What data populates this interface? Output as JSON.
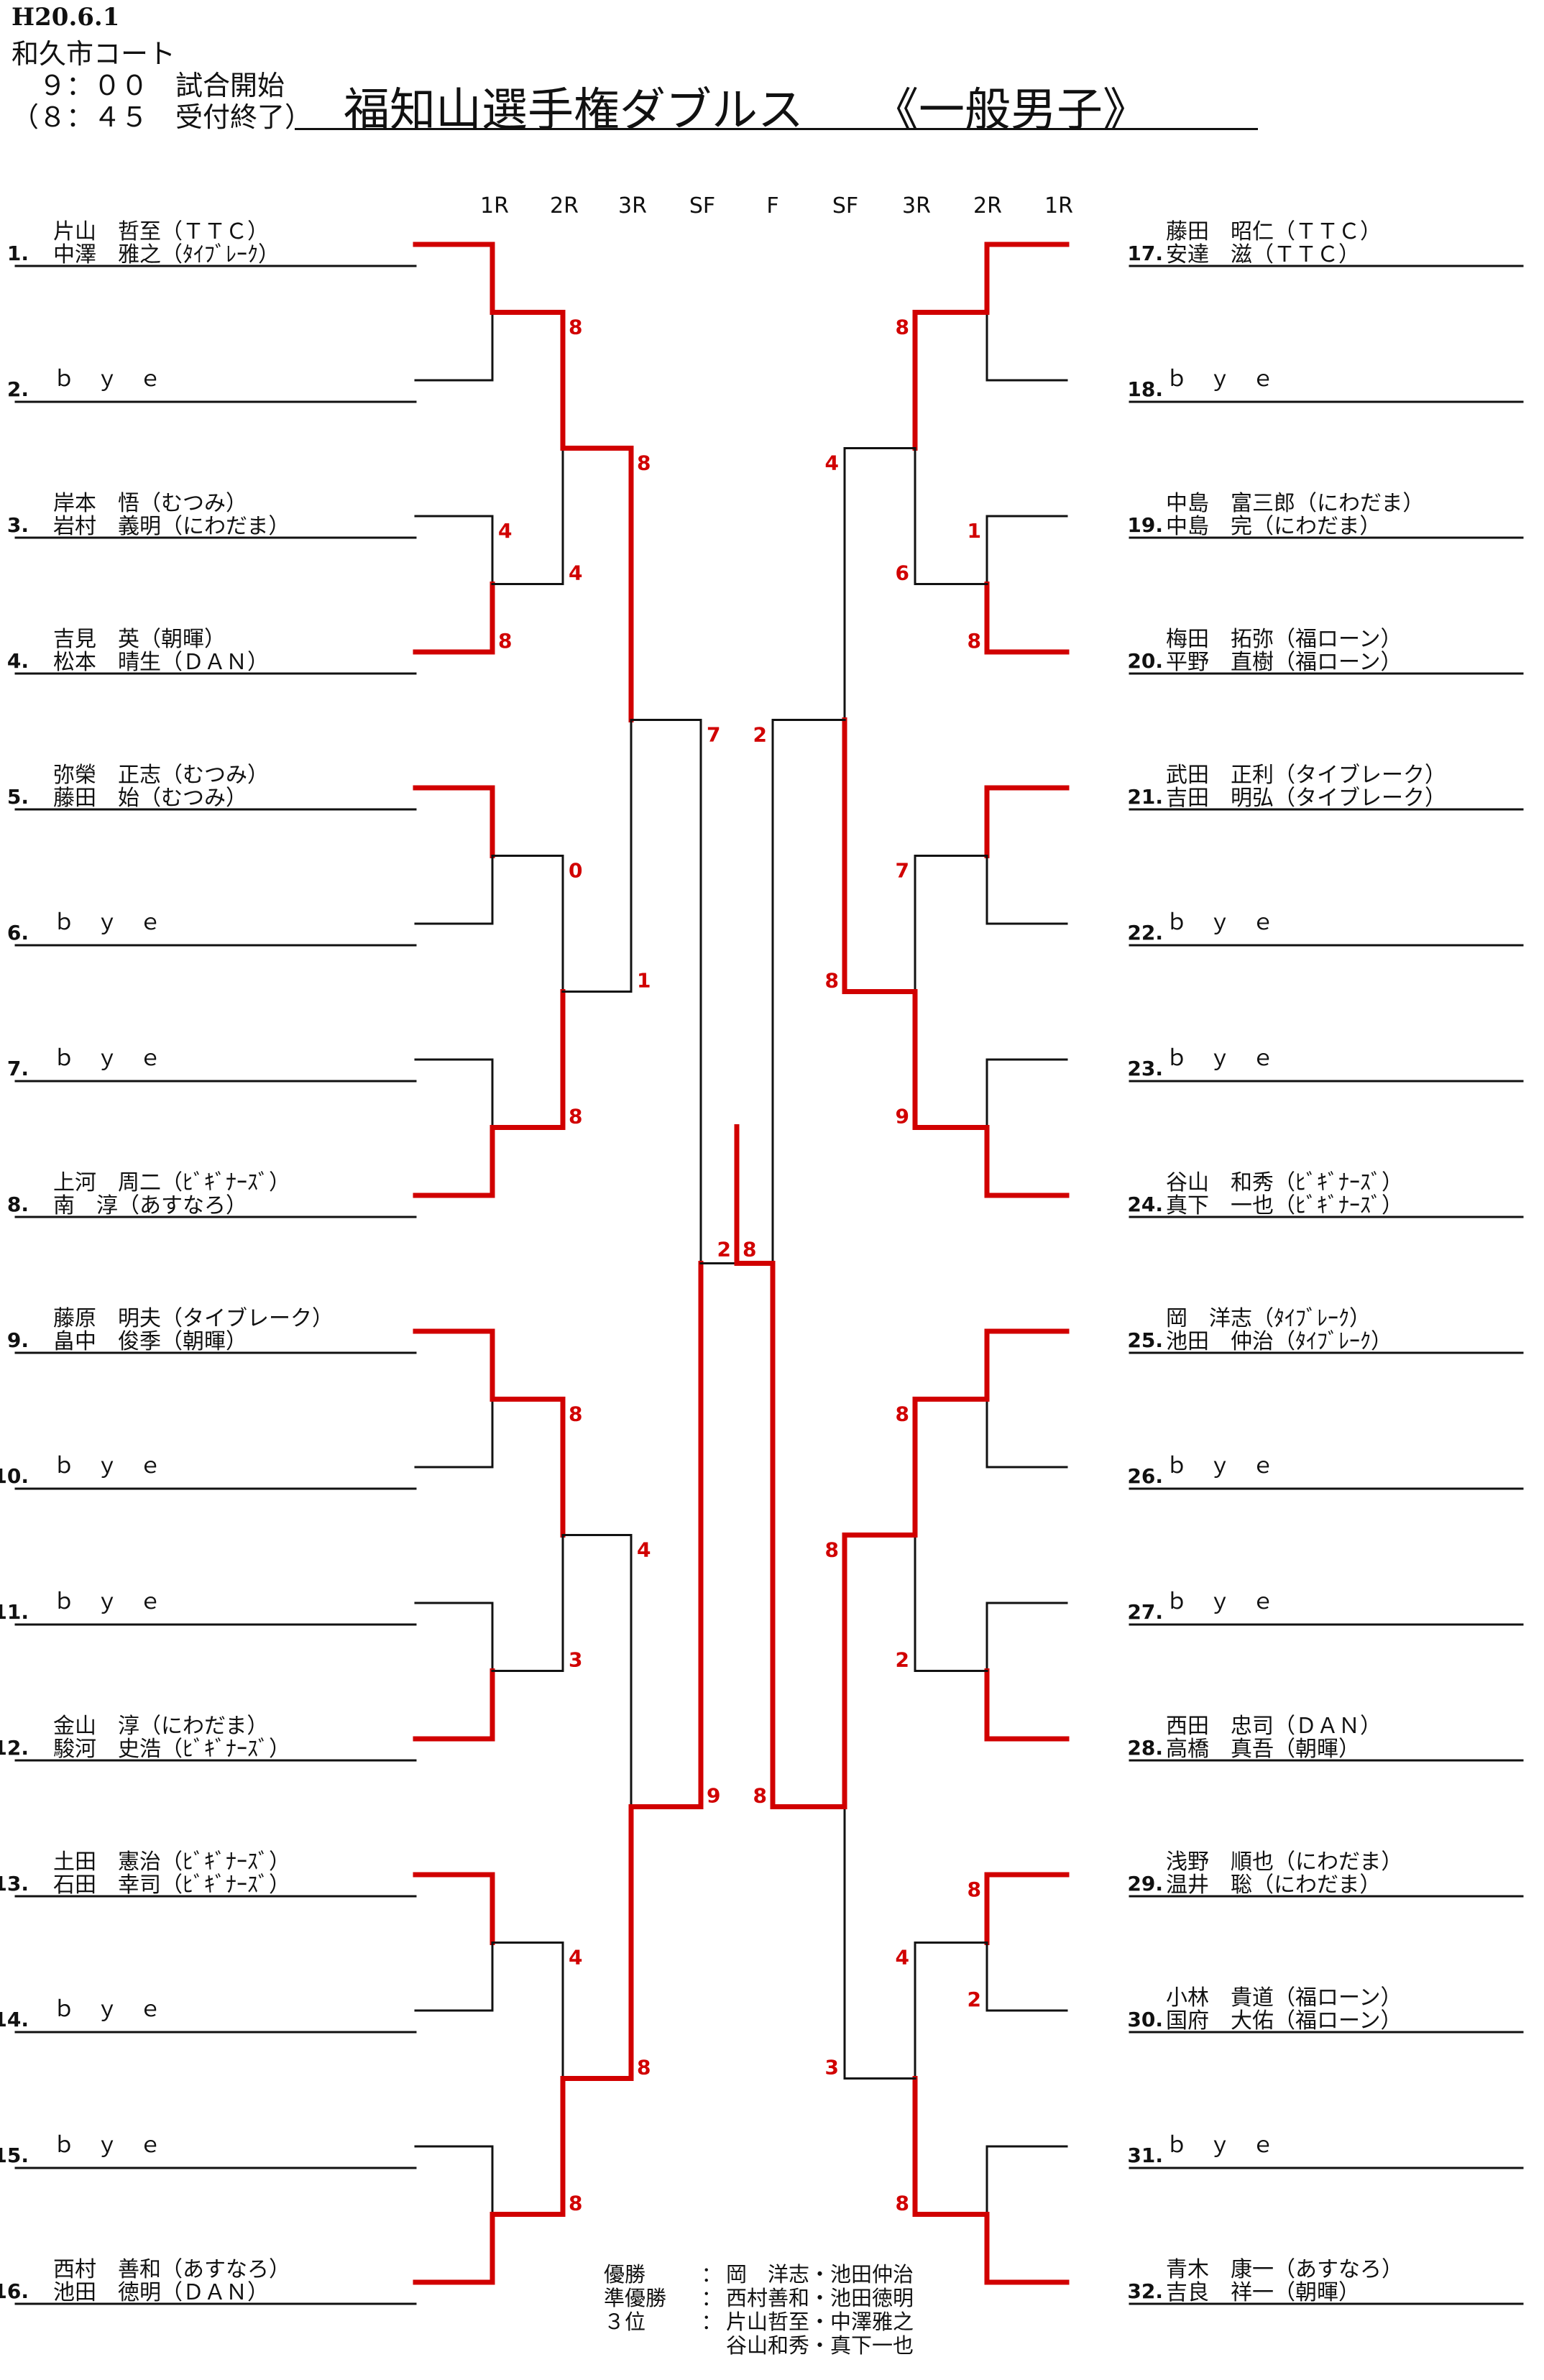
{
  "header": {
    "date": "H20.6.1",
    "court": "和久市コート",
    "start": "　９：００　試合開始",
    "reception": "（８：４５　受付終了）",
    "title": "福知山選手権ダブルス　　《一般男子》"
  },
  "rounds": {
    "left": [
      "1R",
      "2R",
      "3R",
      "SF"
    ],
    "final": "F",
    "right": [
      "SF",
      "3R",
      "2R",
      "1R"
    ]
  },
  "entries": [
    {
      "no": "1.",
      "players": [
        "片山　哲至（ＴＴＣ）",
        "中澤　雅之（ﾀｲﾌﾞﾚｰｸ）"
      ]
    },
    {
      "no": "2.",
      "players": [
        "ｂ　ｙ　ｅ"
      ]
    },
    {
      "no": "3.",
      "players": [
        "岸本　悟（むつみ）",
        "岩村　義明（にわだま）"
      ]
    },
    {
      "no": "4.",
      "players": [
        "吉見　英（朝暉）",
        "松本　晴生（ＤＡＮ）"
      ]
    },
    {
      "no": "5.",
      "players": [
        "弥榮　正志（むつみ）",
        "藤田　始（むつみ）"
      ]
    },
    {
      "no": "6.",
      "players": [
        "ｂ　ｙ　ｅ"
      ]
    },
    {
      "no": "7.",
      "players": [
        "ｂ　ｙ　ｅ"
      ]
    },
    {
      "no": "8.",
      "players": [
        "上河　周二（ﾋﾞｷﾞﾅｰｽﾞ）",
        "南　淳（あすなろ）"
      ]
    },
    {
      "no": "9.",
      "players": [
        "藤原　明夫（タイブレーク）",
        "畠中　俊季（朝暉）"
      ]
    },
    {
      "no": "10.",
      "players": [
        "ｂ　ｙ　ｅ"
      ]
    },
    {
      "no": "11.",
      "players": [
        "ｂ　ｙ　ｅ"
      ]
    },
    {
      "no": "12.",
      "players": [
        "金山　淳（にわだま）",
        "駿河　史浩（ﾋﾞｷﾞﾅｰｽﾞ）"
      ]
    },
    {
      "no": "13.",
      "players": [
        "土田　憲治（ﾋﾞｷﾞﾅｰｽﾞ）",
        "石田　幸司（ﾋﾞｷﾞﾅｰｽﾞ）"
      ]
    },
    {
      "no": "14.",
      "players": [
        "ｂ　ｙ　ｅ"
      ]
    },
    {
      "no": "15.",
      "players": [
        "ｂ　ｙ　ｅ"
      ]
    },
    {
      "no": "16.",
      "players": [
        "西村　善和（あすなろ）",
        "池田　徳明（ＤＡＮ）"
      ]
    },
    {
      "no": "17.",
      "players": [
        "藤田　昭仁（ＴＴＣ）",
        "安達　滋（ＴＴＣ）"
      ]
    },
    {
      "no": "18.",
      "players": [
        "ｂ　ｙ　ｅ"
      ]
    },
    {
      "no": "19.",
      "players": [
        "中島　富三郎（にわだま）",
        "中島　完（にわだま）"
      ]
    },
    {
      "no": "20.",
      "players": [
        "梅田　拓弥（福ローン）",
        "平野　直樹（福ローン）"
      ]
    },
    {
      "no": "21.",
      "players": [
        "武田　正利（タイブレーク）",
        "吉田　明弘（タイブレーク）"
      ]
    },
    {
      "no": "22.",
      "players": [
        "ｂ　ｙ　ｅ"
      ]
    },
    {
      "no": "23.",
      "players": [
        "ｂ　ｙ　ｅ"
      ]
    },
    {
      "no": "24.",
      "players": [
        "谷山　和秀（ﾋﾞｷﾞﾅｰｽﾞ）",
        "真下　一也（ﾋﾞｷﾞﾅｰｽﾞ）"
      ]
    },
    {
      "no": "25.",
      "players": [
        "岡　洋志（ﾀｲﾌﾞﾚｰｸ）",
        "池田　仲治（ﾀｲﾌﾞﾚｰｸ）"
      ]
    },
    {
      "no": "26.",
      "players": [
        "ｂ　ｙ　ｅ"
      ]
    },
    {
      "no": "27.",
      "players": [
        "ｂ　ｙ　ｅ"
      ]
    },
    {
      "no": "28.",
      "players": [
        "西田　忠司（ＤＡＮ）",
        "高橋　真吾（朝暉）"
      ]
    },
    {
      "no": "29.",
      "players": [
        "浅野　順也（にわだま）",
        "温井　聡（にわだま）"
      ]
    },
    {
      "no": "30.",
      "players": [
        "小林　貴道（福ローン）",
        "国府　大佑（福ローン）"
      ]
    },
    {
      "no": "31.",
      "players": [
        "ｂ　ｙ　ｅ"
      ]
    },
    {
      "no": "32.",
      "players": [
        "青木　康一（あすなろ）",
        "吉良　祥一（朝暉）"
      ]
    }
  ],
  "scores": {
    "left": {
      "r1": [
        [
          "",
          ""
        ],
        [
          "4",
          "8"
        ],
        [
          "",
          ""
        ],
        [
          "",
          ""
        ],
        [
          "",
          ""
        ],
        [
          "",
          ""
        ],
        [
          "",
          ""
        ],
        [
          "",
          ""
        ]
      ],
      "r2": [
        [
          "8",
          "4"
        ],
        [
          "0",
          "8"
        ],
        [
          "8",
          "3"
        ],
        [
          "4",
          "8"
        ]
      ],
      "r3": [
        [
          "8",
          "1"
        ],
        [
          "4",
          "8"
        ]
      ],
      "sf": [
        [
          "7",
          "9"
        ]
      ]
    },
    "right": {
      "r1": [
        [
          "",
          ""
        ],
        [
          "1",
          "8"
        ],
        [
          "",
          ""
        ],
        [
          "",
          ""
        ],
        [
          "",
          ""
        ],
        [
          "",
          ""
        ],
        [
          "8",
          "2"
        ],
        [
          "",
          ""
        ]
      ],
      "r2": [
        [
          "8",
          "6"
        ],
        [
          "7",
          "9"
        ],
        [
          "8",
          "2"
        ],
        [
          "4",
          "8"
        ]
      ],
      "r3": [
        [
          "4",
          "8"
        ],
        [
          "8",
          "3"
        ]
      ],
      "sf": [
        [
          "2",
          "8"
        ]
      ]
    },
    "final": [
      "2",
      "8"
    ]
  },
  "results": [
    {
      "label": "優勝",
      "value": "岡　洋志・池田仲治"
    },
    {
      "label": "準優勝",
      "value": "西村善和・池田徳明"
    },
    {
      "label": "３位",
      "value": "片山哲至・中澤雅之"
    },
    {
      "label": "",
      "value": "谷山和秀・真下一也"
    }
  ],
  "colors": {
    "line": "#111111",
    "winner": "#d10000"
  }
}
